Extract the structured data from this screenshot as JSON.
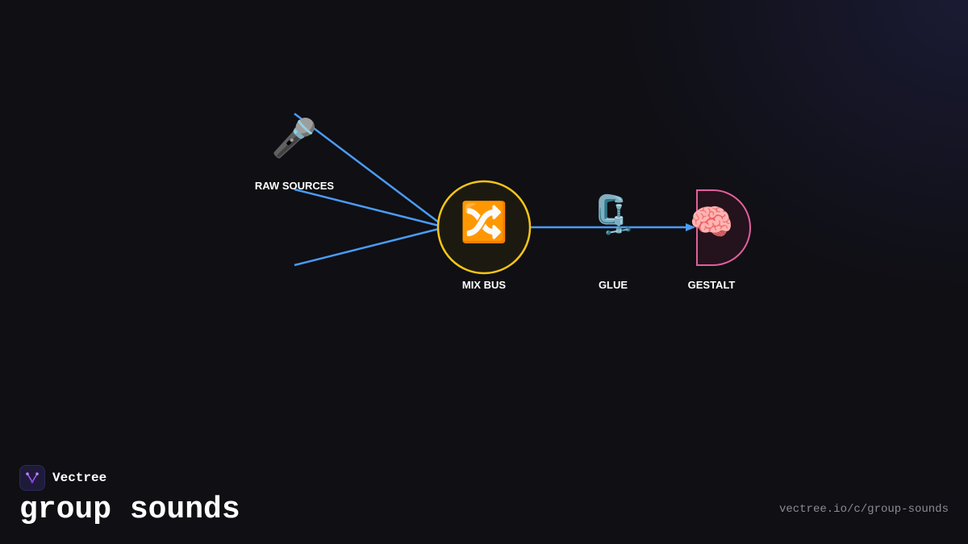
{
  "diagram": {
    "nodes": [
      {
        "id": "raw-sources",
        "label": "RAW SOURCES",
        "icon": "microphone-icon",
        "glyph": "🎤"
      },
      {
        "id": "mix-bus",
        "label": "MIX BUS",
        "icon": "shuffle-icon",
        "glyph": "🔀"
      },
      {
        "id": "glue",
        "label": "GLUE",
        "icon": "clamp-icon",
        "glyph": "🗜️"
      },
      {
        "id": "gestalt",
        "label": "GESTALT",
        "icon": "brain-icon",
        "glyph": "🧠"
      }
    ],
    "colors": {
      "edge": "#4a9cf5",
      "mix_bus_stroke": "#f5c518",
      "mix_bus_fill": "#1c1a10",
      "gestalt_stroke": "#e0609e",
      "gestalt_fill": "#24121c"
    }
  },
  "footer": {
    "brand_name": "Vectree",
    "title": "group sounds",
    "url": "vectree.io/c/group-sounds"
  }
}
